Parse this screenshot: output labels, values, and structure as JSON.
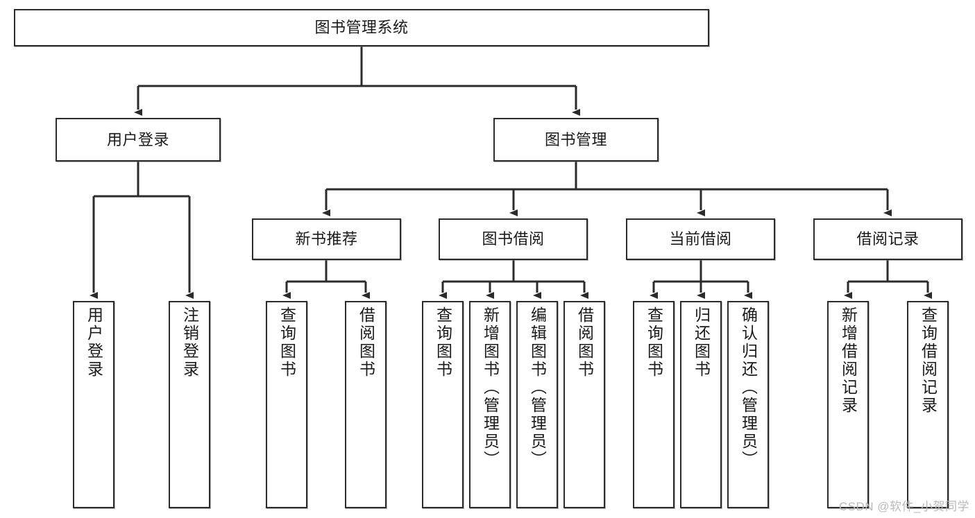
{
  "diagram": {
    "title": "图书管理系统",
    "watermark": "CSDN @软件_小贺同学",
    "line_color": "#2b2b2b",
    "box_fill": "#ffffff",
    "text_color": "#1a1a1a",
    "levels": {
      "root": {
        "label": "图书管理系统"
      },
      "level2": [
        {
          "label": "用户登录"
        },
        {
          "label": "图书管理"
        }
      ],
      "level3": [
        {
          "label": "新书推荐"
        },
        {
          "label": "图书借阅"
        },
        {
          "label": "当前借阅"
        },
        {
          "label": "借阅记录"
        }
      ],
      "leaves": {
        "user_login": [
          {
            "label": "用户登录"
          },
          {
            "label": "注销登录"
          }
        ],
        "new_book": [
          {
            "label": "查询图书"
          },
          {
            "label": "借阅图书"
          }
        ],
        "book_borrow": [
          {
            "label": "查询图书"
          },
          {
            "label": "新增图书（管理员）"
          },
          {
            "label": "编辑图书（管理员）"
          },
          {
            "label": "借阅图书"
          }
        ],
        "current_borrow": [
          {
            "label": "查询图书"
          },
          {
            "label": "归还图书"
          },
          {
            "label": "确认归还（管理员）"
          }
        ],
        "borrow_record": [
          {
            "label": "新增借阅记录"
          },
          {
            "label": "查询借阅记录"
          }
        ]
      }
    }
  }
}
